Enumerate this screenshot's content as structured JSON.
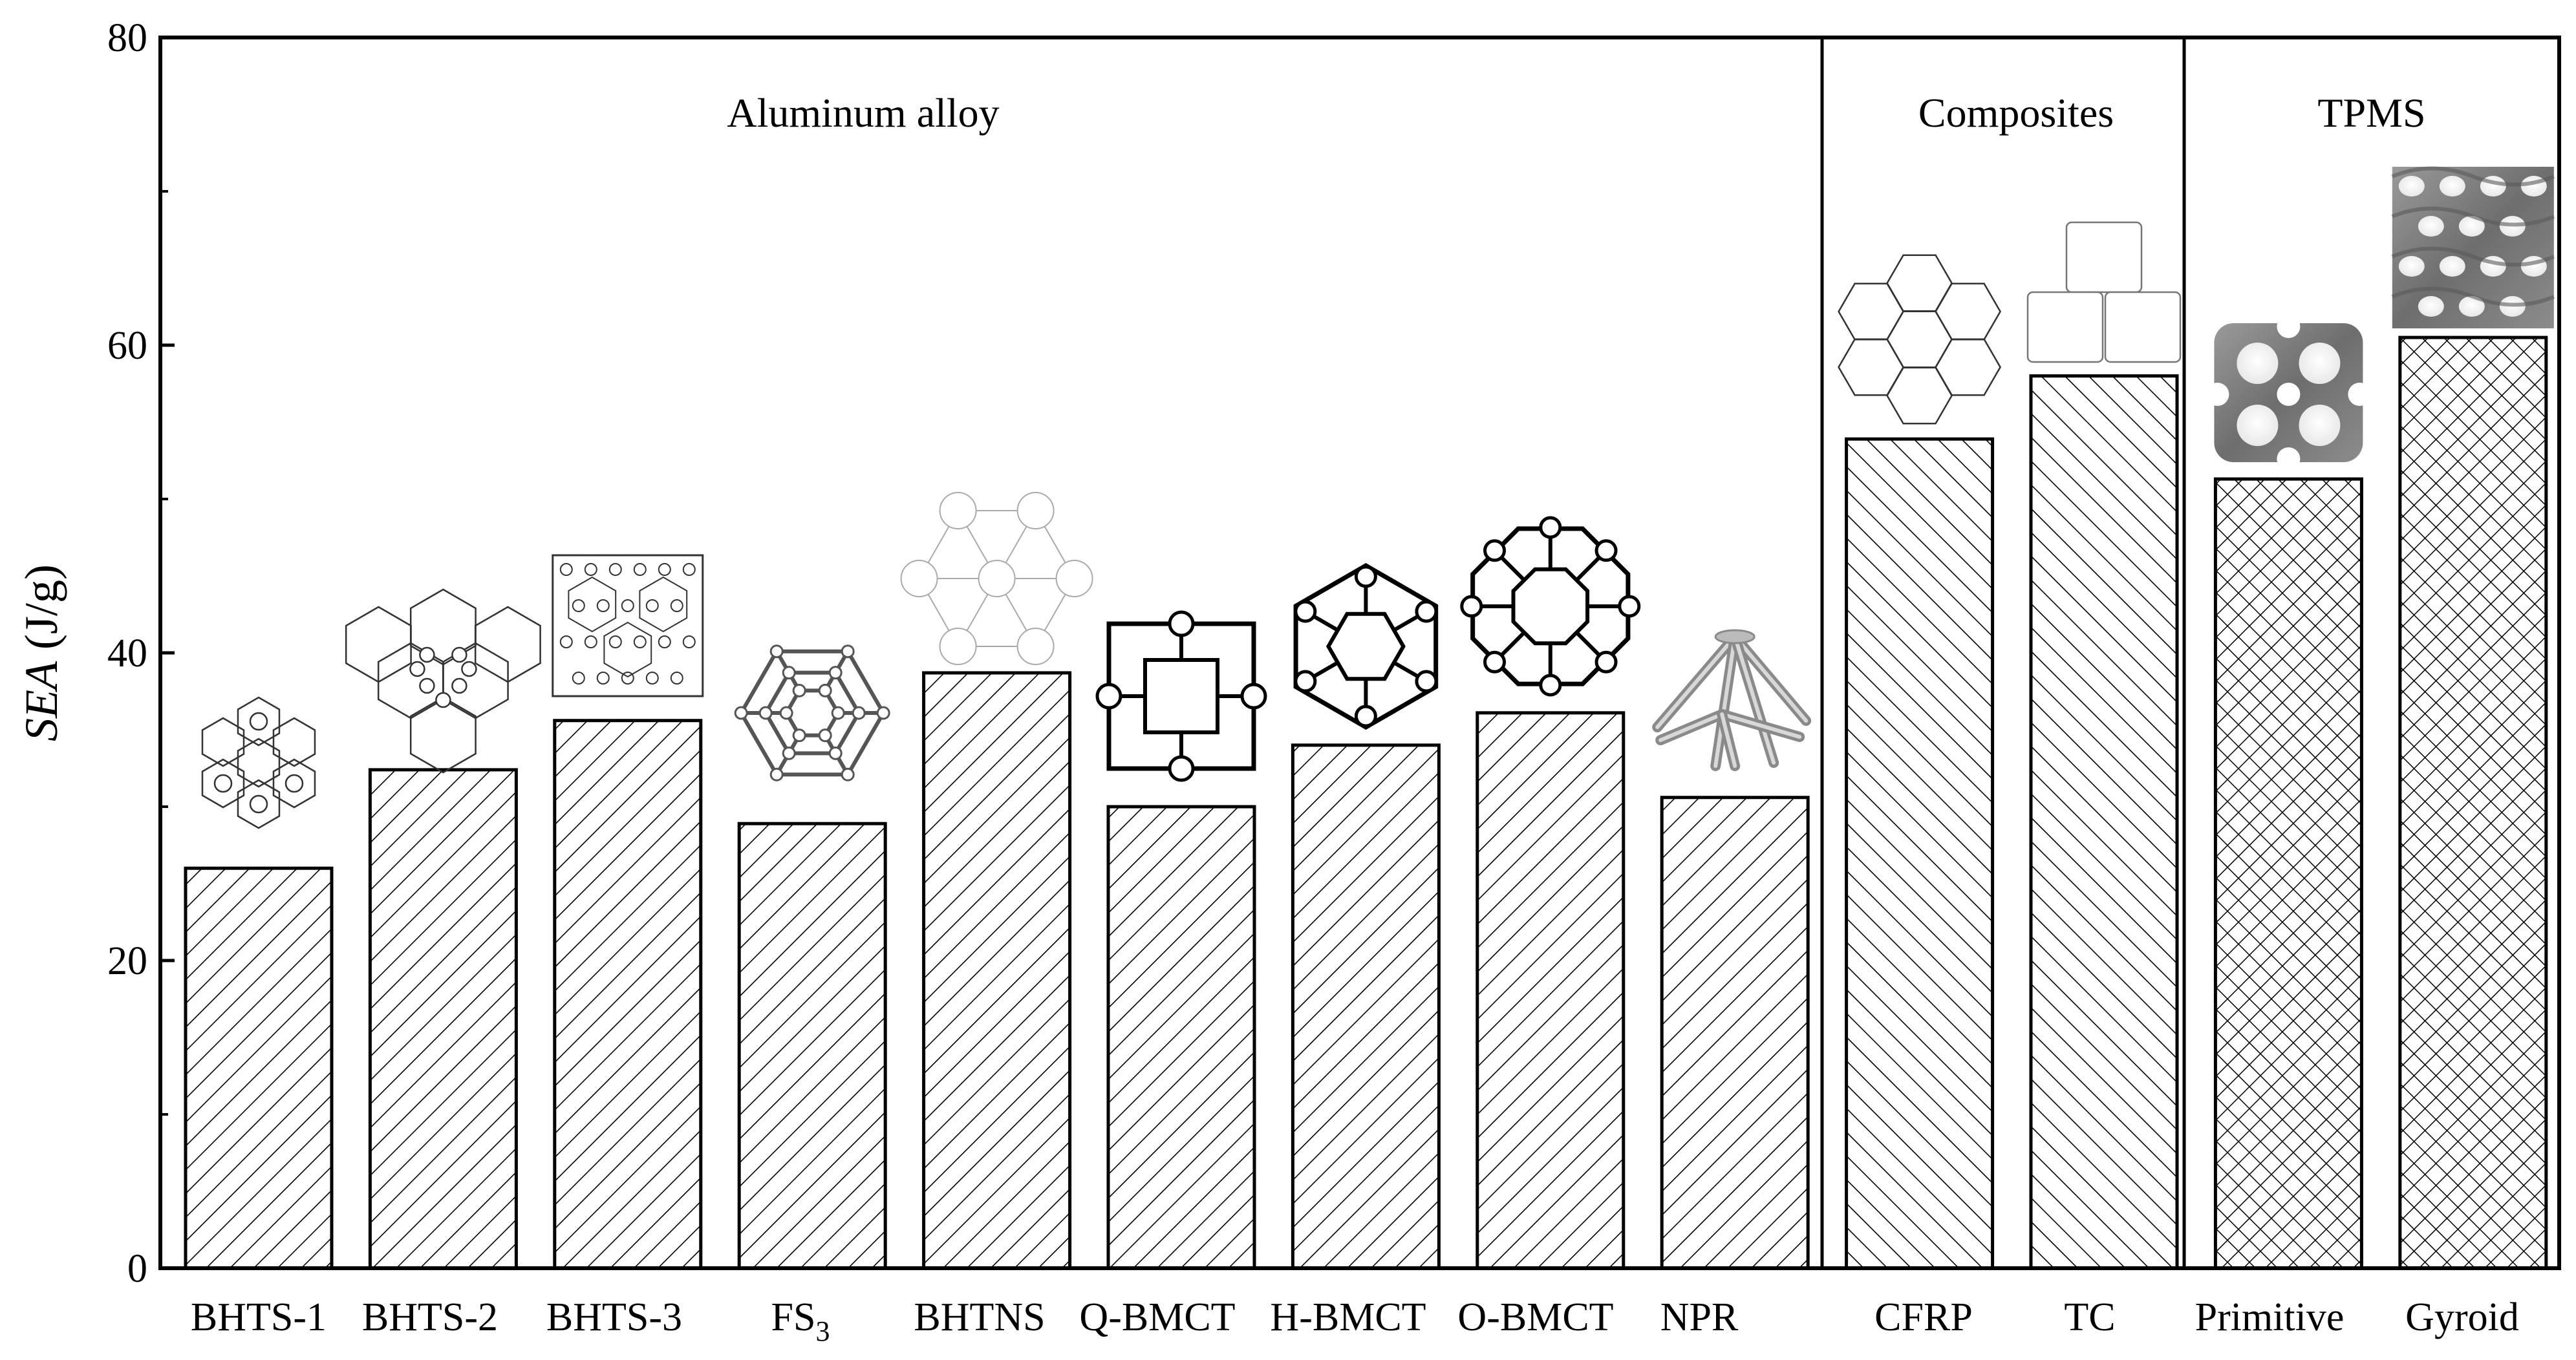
{
  "chart_data": {
    "type": "bar",
    "ylabel": "SEA (J/g)",
    "ylabel_italic": "SEA",
    "ylabel_unit": " (J/g)",
    "ylim": [
      0,
      80
    ],
    "yticks": [
      0,
      20,
      40,
      60,
      80
    ],
    "yticks_labels": [
      "0",
      "20",
      "40",
      "60",
      "80"
    ],
    "grid": false,
    "categories": [
      "BHTS-1",
      "BHTS-2",
      "BHTS-3",
      "FS3",
      "BHTNS",
      "Q-BMCT",
      "H-BMCT",
      "O-BMCT",
      "NPR",
      "CFRP",
      "TC",
      "Primitive",
      "Gyroid"
    ],
    "category_labels": [
      {
        "main": "BHTS-1",
        "sub": ""
      },
      {
        "main": "BHTS-2",
        "sub": ""
      },
      {
        "main": "BHTS-3",
        "sub": ""
      },
      {
        "main": "FS",
        "sub": "3"
      },
      {
        "main": "BHTNS",
        "sub": ""
      },
      {
        "main": "Q-BMCT",
        "sub": ""
      },
      {
        "main": "H-BMCT",
        "sub": ""
      },
      {
        "main": "O-BMCT",
        "sub": ""
      },
      {
        "main": "NPR",
        "sub": ""
      },
      {
        "main": "CFRP",
        "sub": ""
      },
      {
        "main": "TC",
        "sub": ""
      },
      {
        "main": "Primitive",
        "sub": ""
      },
      {
        "main": "Gyroid",
        "sub": ""
      }
    ],
    "values": [
      26.0,
      32.4,
      35.6,
      28.9,
      38.7,
      30.0,
      34.0,
      36.1,
      30.6,
      53.9,
      58.0,
      51.3,
      60.5
    ],
    "groups": [
      {
        "label": "Aluminum alloy",
        "start": 0,
        "end": 8,
        "pattern": "forward-hatch"
      },
      {
        "label": "Composites",
        "start": 9,
        "end": 10,
        "pattern": "back-hatch"
      },
      {
        "label": "TPMS",
        "start": 11,
        "end": 12,
        "pattern": "cross-hatch"
      }
    ],
    "colors": {
      "stroke": "#000000",
      "fill": "#ffffff",
      "hatch": "#000000",
      "insetStroke": "#333333",
      "insetFill": "#7a7a7a"
    }
  }
}
